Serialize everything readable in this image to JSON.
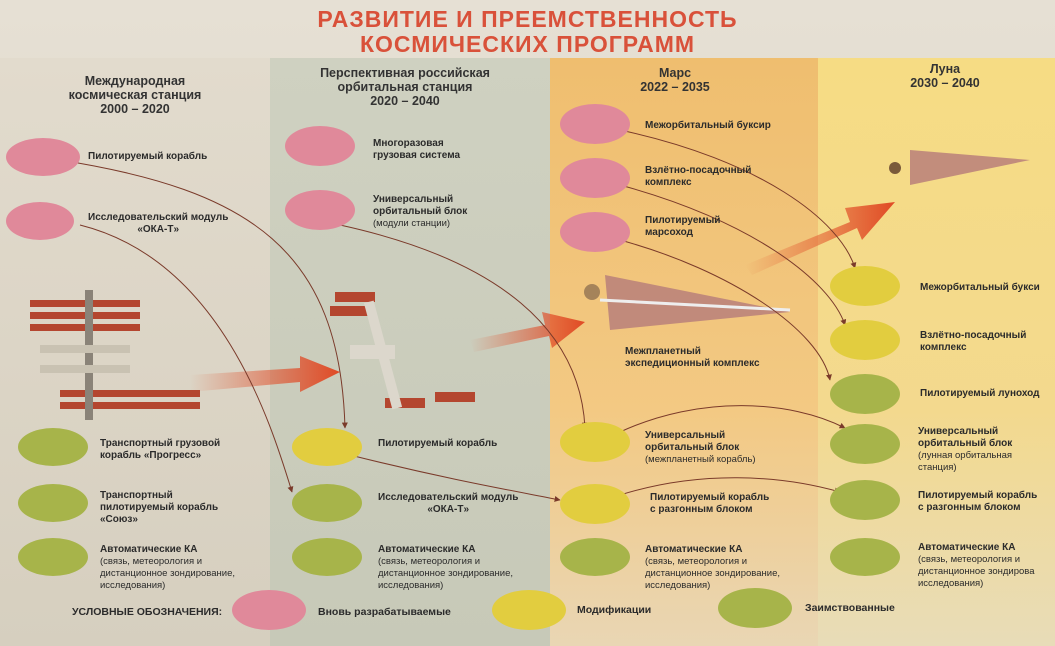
{
  "title": {
    "line1": "РАЗВИТИЕ И ПРЕЕМСТВЕННОСТЬ",
    "line2": "КОСМИЧЕСКИХ ПРОГРАММ"
  },
  "columns": {
    "iss": {
      "line1": "Международная",
      "line2": "космическая станция",
      "years": "2000 – 2020"
    },
    "ros": {
      "line1": "Перспективная российская",
      "line2": "орбитальная станция",
      "years": "2020 – 2040"
    },
    "mars": {
      "line1": "Марс",
      "years": "2022 – 2035"
    },
    "moon": {
      "line1": "Луна",
      "years": "2030 – 2040"
    }
  },
  "iss_items": {
    "crew_ship": "Пилотируемый корабль",
    "module_l1": "Исследовательский модуль",
    "module_l2": "«ОКА-Т»",
    "progress_l1": "Транспортный грузовой",
    "progress_l2": "корабль «Прогресс»",
    "soyuz_l1": "Транспортный",
    "soyuz_l2": "пилотируемый корабль",
    "soyuz_l3": "«Союз»",
    "auto_l1": "Автоматические КА",
    "auto_l2": "(связь, метеорология и",
    "auto_l3": "дистанционное зондирование,",
    "auto_l4": "исследования)"
  },
  "ros_items": {
    "cargo_l1": "Многоразовая",
    "cargo_l2": "грузовая система",
    "block_l1": "Универсальный",
    "block_l2": "орбитальный блок",
    "block_l3": "(модули станции)",
    "crew_ship": "Пилотируемый корабль",
    "module_l1": "Исследовательский модуль",
    "module_l2": "«ОКА-Т»",
    "auto_l1": "Автоматические КА",
    "auto_l2": "(связь, метеорология и",
    "auto_l3": "дистанционное зондирование,",
    "auto_l4": "исследования)"
  },
  "mars_items": {
    "tug": "Межорбитальный буксир",
    "lander_l1": "Взлётно-посадочный",
    "lander_l2": "комплекс",
    "rover_l1": "Пилотируемый",
    "rover_l2": "марсоход",
    "complex_l1": "Межпланетный",
    "complex_l2": "экспедиционный комплекс",
    "block_l1": "Универсальный",
    "block_l2": "орбитальный блок",
    "block_l3": "(межпланетный корабль)",
    "crew_l1": "Пилотируемый корабль",
    "crew_l2": "с разгонным блоком",
    "auto_l1": "Автоматические КА",
    "auto_l2": "(связь, метеорология и",
    "auto_l3": "дистанционное зондирование,",
    "auto_l4": "исследования)"
  },
  "moon_items": {
    "tug": "Межорбитальный букси",
    "lander_l1": "Взлётно-посадочный",
    "lander_l2": "комплекс",
    "rover": "Пилотируемый луноход",
    "block_l1": "Универсальный",
    "block_l2": "орбитальный блок",
    "block_l3": "(лунная орбитальная",
    "block_l4": "станция)",
    "crew_l1": "Пилотируемый корабль",
    "crew_l2": "с разгонным блоком",
    "auto_l1": "Автоматические КА",
    "auto_l2": "(связь, метеорология и",
    "auto_l3": "дистанционное зондирова",
    "auto_l4": "исследования)"
  },
  "legend": {
    "title": "УСЛОВНЫЕ ОБОЗНАЧЕНИЯ:",
    "new": "Вновь разрабатываемые",
    "mod": "Модификации",
    "borrowed": "Заимствованные"
  },
  "colors": {
    "new": "#e0899a",
    "mod": "#e2cd3f",
    "borrowed": "#a7b44a",
    "title": "#d9513a",
    "arrow": "#e04a25"
  }
}
